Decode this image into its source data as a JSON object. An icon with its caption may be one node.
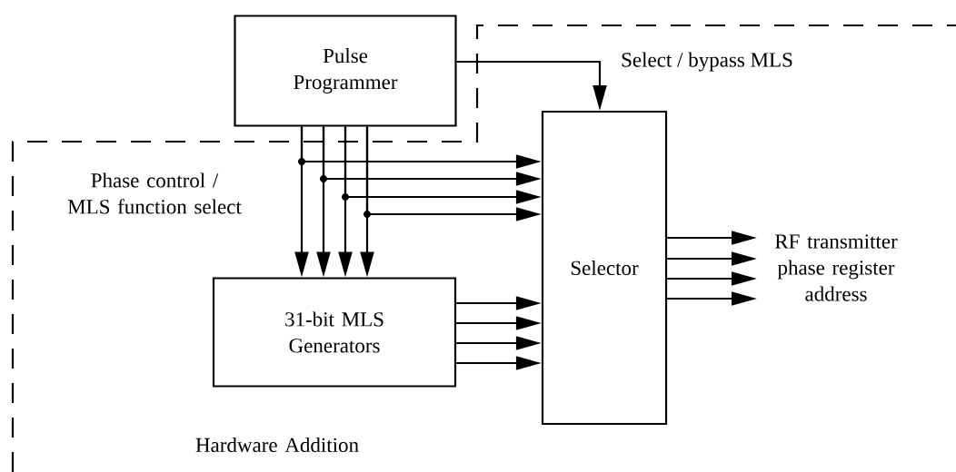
{
  "diagram": {
    "nodes": [
      {
        "text": [
          "Pulse Programmer"
        ]
      },
      {
        "text": [
          "Hardware Addition"
        ]
      },
      {
        "text": [
          "Selector"
        ],
        "in": 1
      },
      {
        "text": [
          "31-bit MLS Generators"
        ],
        "in": 1
      },
      {
        "text": [
          "RF transmitter phase register address"
        ],
        "in": 1
      }
    ],
    "edges": [
      {
        "from": 0,
        "to": 2,
        "arrow": "to",
        "label": "Select / bypass MLS"
      },
      {
        "from": 0,
        "to": 3,
        "arrow": "to"
      },
      {
        "from": 0,
        "to": 3,
        "arrow": "to"
      },
      {
        "from": 0,
        "to": 3,
        "arrow": "to"
      },
      {
        "from": 0,
        "to": 3,
        "arrow": "to"
      },
      {
        "from": 0,
        "to": 2,
        "arrow": "to"
      },
      {
        "from": 0,
        "to": 2,
        "arrow": "to"
      },
      {
        "from": 0,
        "to": 2,
        "arrow": "to"
      },
      {
        "from": 0,
        "to": 2,
        "arrow": "to"
      },
      {
        "from": 3,
        "to": 2,
        "arrow": "to"
      },
      {
        "from": 3,
        "to": 2,
        "arrow": "to"
      },
      {
        "from": 3,
        "to": 2,
        "arrow": "to"
      },
      {
        "from": 3,
        "to": 2,
        "arrow": "to"
      },
      {
        "from": 2,
        "to": 4,
        "arrow": "to"
      },
      {
        "from": 2,
        "to": 4,
        "arrow": "to"
      },
      {
        "from": 2,
        "to": 4,
        "arrow": "to"
      },
      {
        "from": 2,
        "to": 4,
        "arrow": "to"
      }
    ],
    "labels": [
      "Phase control / MLS function select"
    ]
  }
}
